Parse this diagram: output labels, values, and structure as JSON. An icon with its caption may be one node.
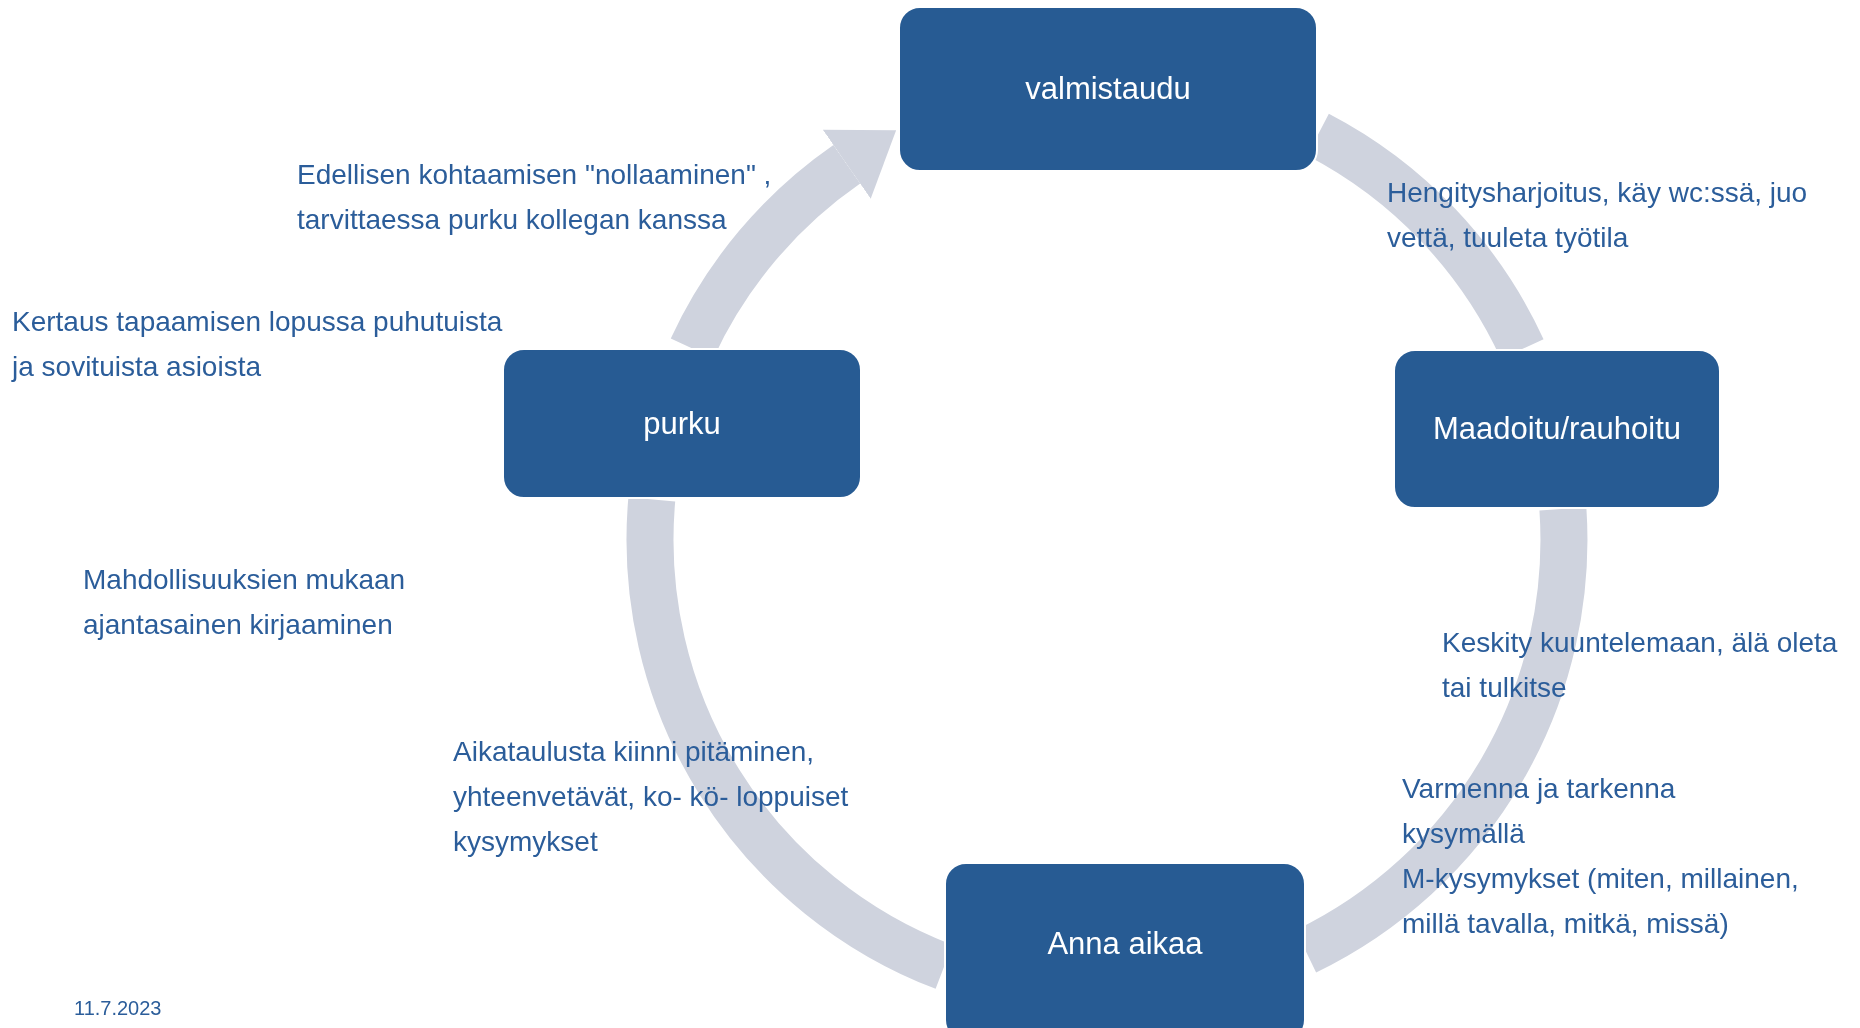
{
  "diagram": {
    "nodes": [
      {
        "text": [
          "valmistaudu"
        ]
      },
      {
        "text": [
          "Maadoitu/rauhoitu"
        ]
      },
      {
        "text": [
          "Anna aikaa"
        ]
      },
      {
        "text": [
          "purku"
        ]
      }
    ],
    "edges": [
      {
        "from": 0,
        "to": 1,
        "arrow": "none"
      },
      {
        "from": 1,
        "to": 2,
        "arrow": "none"
      },
      {
        "from": 2,
        "to": 3,
        "arrow": "none"
      },
      {
        "from": 3,
        "to": 0,
        "arrow": "to"
      }
    ],
    "labels": [
      "Edellisen kohtaamisen \"nollaaminen\" , tarvittaessa purku kollegan kanssa",
      "Hengitysharjoitus, käy wc:ssä, juo vettä, tuuleta työtila",
      "Kertaus tapaamisen lopussa puhutuista ja sovituista asioista",
      "Mahdollisuuksien mukaan ajantasainen kirjaaminen",
      "Keskity kuuntelemaan, älä oleta tai tulkitse",
      "Aikataulusta kiinni pitäminen, yhteenvetävät, ko- kö- loppuiset kysymykset",
      "Varmenna ja tarkenna kysymällä",
      "M-kysymykset (miten, millainen, millä tavalla, mitkä, missä)",
      "11.7.2023"
    ]
  }
}
